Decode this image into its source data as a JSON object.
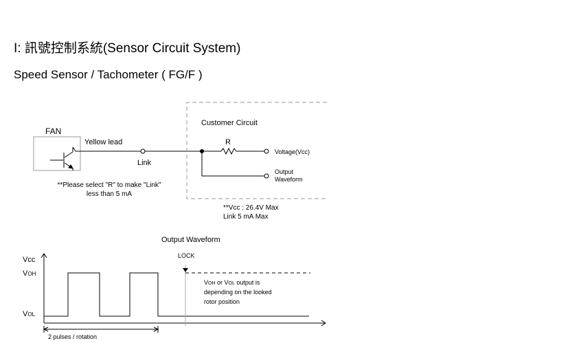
{
  "page": {
    "title": "I: 訊號控制系統(Sensor Circuit System)",
    "subtitle": "Speed Sensor / Tachometer ( FG/F )"
  },
  "circuit": {
    "fan_label": "FAN",
    "lead_label": "Yellow lead",
    "link_label": "Link",
    "note_line1": "**Please select \"R\" to make \"Link\"",
    "note_line2": "less than  5 mA",
    "customer_label": "Customer Circuit",
    "resistor_label": "R",
    "vcc_label": "Voltage(Vcc)",
    "output_line1": "Output",
    "output_line2": "Waveform",
    "spec_line1": "**Vcc : 26.4V Max",
    "spec_line2": "Link 5 mA Max"
  },
  "waveform": {
    "title": "Output Waveform",
    "vcc": "Vcc",
    "voh_main": "V",
    "voh_sub": "OH",
    "vol_main": "V",
    "vol_sub": "OL",
    "lock_label": "LOCK",
    "note_line1": "VOH or VOL output is",
    "note_line2": "depending on the looked",
    "note_line3": "rotor position",
    "pulses_label": "2 pulses / rotation"
  }
}
